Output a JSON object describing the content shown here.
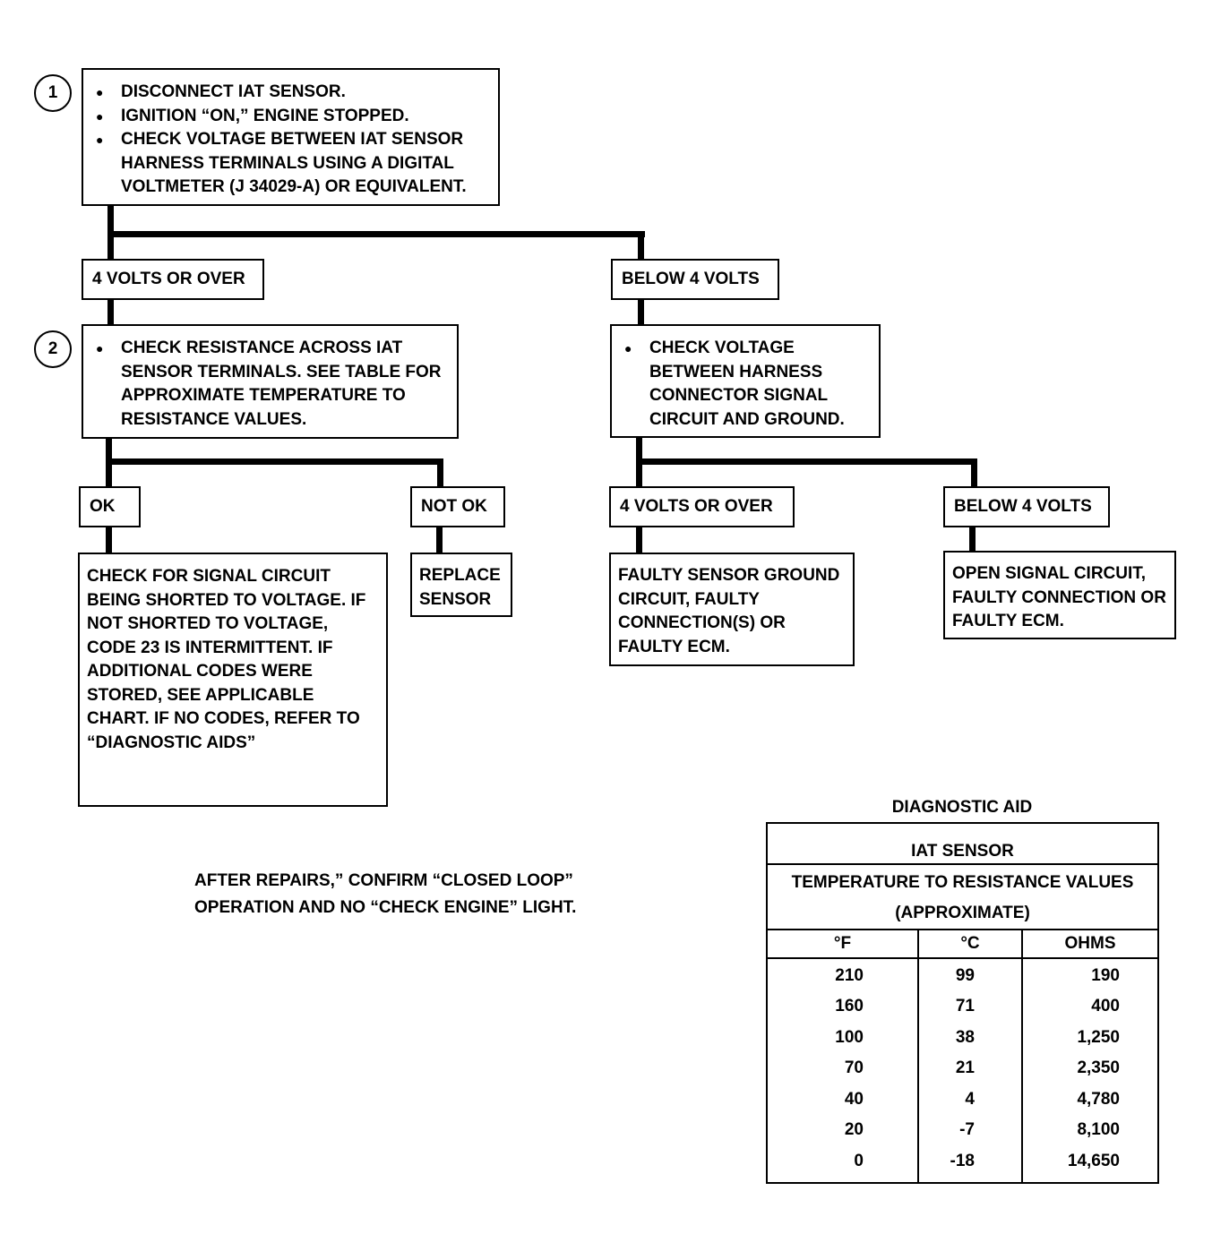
{
  "step1": {
    "number": "1",
    "bullets": [
      "DISCONNECT IAT SENSOR.",
      "IGNITION “ON,” ENGINE STOPPED.",
      "CHECK VOLTAGE BETWEEN IAT SENSOR HARNESS TERMINALS USING A DIGITAL VOLTMETER (J 34029-A) OR EQUIVALENT."
    ]
  },
  "branch1": {
    "left_label": "4 VOLTS OR OVER",
    "right_label": "BELOW 4 VOLTS"
  },
  "step2": {
    "number": "2",
    "bullet": "CHECK RESISTANCE ACROSS IAT SENSOR TERMINALS. SEE TABLE FOR APPROXIMATE TEMPERATURE TO RESISTANCE VALUES."
  },
  "step2_right": {
    "bullet": "CHECK VOLTAGE BETWEEN HARNESS CONNECTOR SIGNAL CIRCUIT AND GROUND."
  },
  "branch2": {
    "ok_label": "OK",
    "not_ok_label": "NOT OK",
    "right_over_label": "4 VOLTS OR OVER",
    "right_below_label": "BELOW 4 VOLTS"
  },
  "results": {
    "ok": "CHECK FOR SIGNAL CIRCUIT BEING SHORTED TO VOLTAGE. IF NOT SHORTED TO VOLTAGE, CODE 23 IS INTERMITTENT. IF ADDITIONAL CODES WERE STORED, SEE APPLICABLE CHART. IF NO CODES, REFER TO “DIAGNOSTIC AIDS”",
    "not_ok": "REPLACE SENSOR",
    "right_over": "FAULTY SENSOR GROUND CIRCUIT, FAULTY CONNECTION(S) OR FAULTY ECM.",
    "right_below": "OPEN SIGNAL CIRCUIT, FAULTY CONNECTION OR FAULTY ECM."
  },
  "note": "AFTER REPAIRS,” CONFIRM “CLOSED LOOP” OPERATION AND NO “CHECK ENGINE” LIGHT.",
  "table": {
    "caption": "DIAGNOSTIC AID",
    "title": "IAT SENSOR",
    "subtitle": "TEMPERATURE TO RESISTANCE VALUES",
    "subtitle2": "(APPROXIMATE)",
    "columns": [
      "°F",
      "°C",
      "OHMS"
    ],
    "rows": [
      [
        "210",
        "99",
        "190"
      ],
      [
        "160",
        "71",
        "400"
      ],
      [
        "100",
        "38",
        "1,250"
      ],
      [
        "70",
        "21",
        "2,350"
      ],
      [
        "40",
        "4",
        "4,780"
      ],
      [
        "20",
        "-7",
        "8,100"
      ],
      [
        "0",
        "-18",
        "14,650"
      ]
    ]
  }
}
